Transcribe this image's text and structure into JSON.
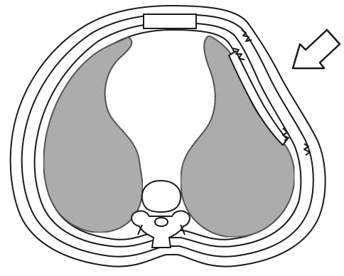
{
  "diagram": {
    "labels": [],
    "colors": {
      "outline": "#1a1a1a",
      "lung_fill": "#a9a9a9",
      "background": "#ffffff",
      "bone_fill": "#ffffff"
    },
    "parts": [
      "chest-wall",
      "sternum",
      "left-lung",
      "right-lung",
      "mediastinum",
      "spine-vertebra",
      "rib-fracture-upper",
      "rib-fracture-middle",
      "rib-fracture-lower",
      "flail-segment",
      "direction-arrow"
    ]
  }
}
